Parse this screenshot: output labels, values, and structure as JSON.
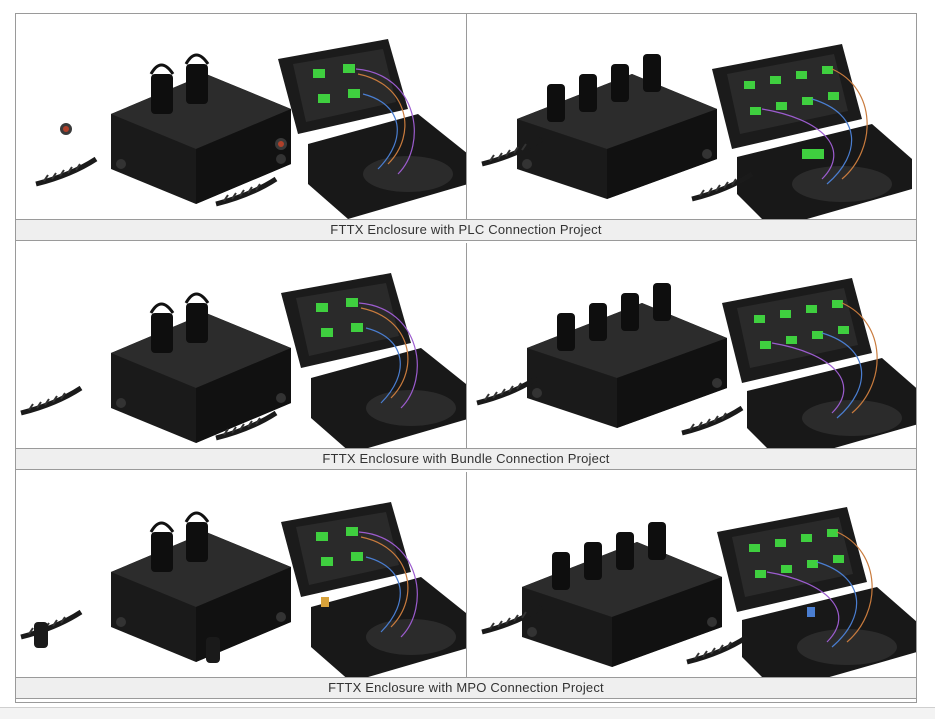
{
  "rows": [
    {
      "caption": "FTTX Enclosure with PLC Connection Project",
      "left_image": "closed-enclosure-and-open-enclosure",
      "right_image": "closed-enclosure-and-open-enclosure-with-plc-splitter"
    },
    {
      "caption": "FTTX Enclosure with Bundle Connection Project",
      "left_image": "closed-enclosure-and-open-enclosure",
      "right_image": "closed-enclosure-and-open-enclosure"
    },
    {
      "caption": "FTTX Enclosure with MPO Connection Project",
      "left_image": "closed-enclosure-and-open-enclosure",
      "right_image": "closed-enclosure-and-open-enclosure"
    }
  ],
  "colors": {
    "enclosure": "#1c1c1c",
    "adapter": "#3fcf3f",
    "border": "#9a9a9a",
    "caption_bg": "#efefef"
  }
}
